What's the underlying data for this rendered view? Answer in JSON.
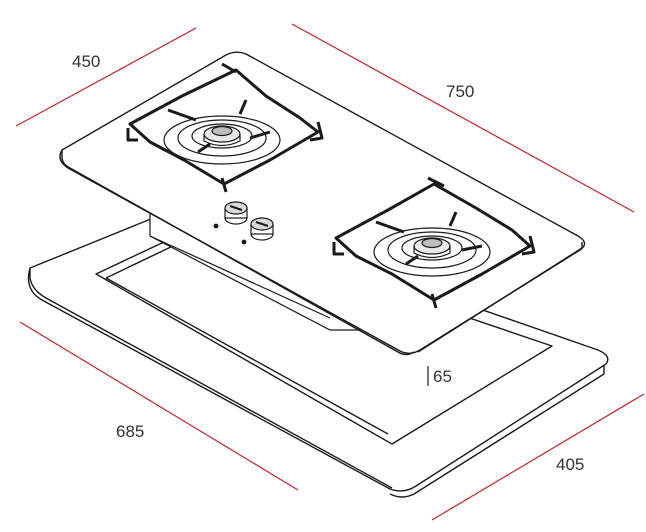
{
  "dimensions": {
    "hob_depth": "450",
    "hob_width": "750",
    "cutout_width": "685",
    "cutout_depth": "405",
    "height": "65"
  },
  "colors": {
    "dimension": "#c0262c",
    "dimension_text": "#333333",
    "drawing": "#1a1a1a",
    "background": "#ffffff"
  }
}
